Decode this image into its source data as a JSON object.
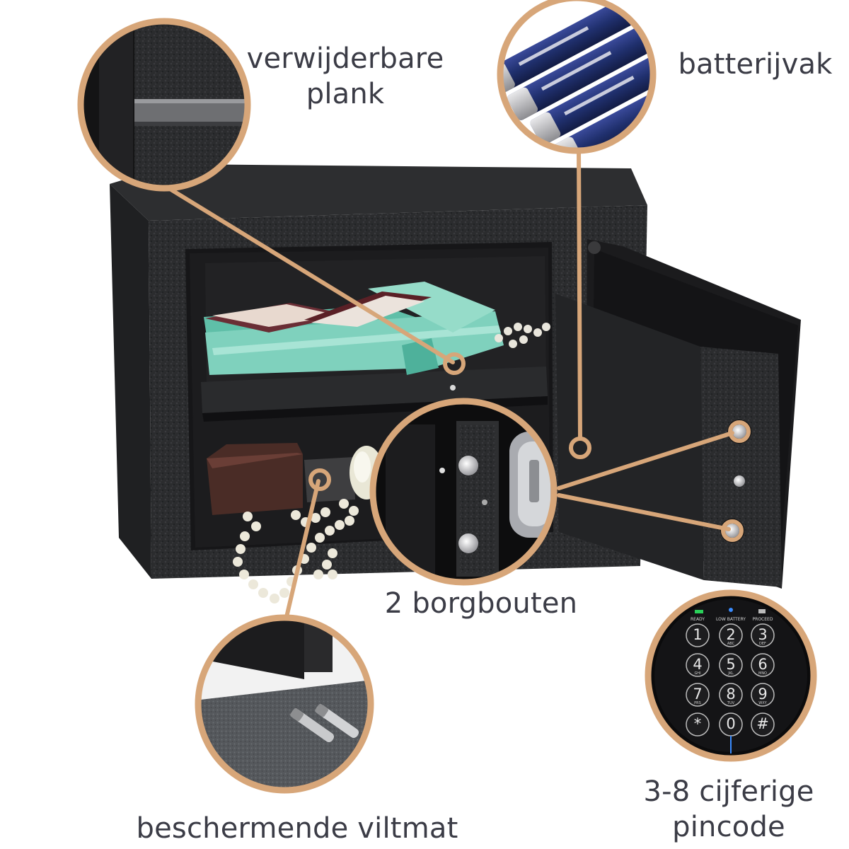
{
  "callouts": {
    "shelf": {
      "line1": "verwijderbare",
      "line2": "plank"
    },
    "battery": {
      "line1": "batterijvak"
    },
    "bolts": {
      "line1": "2 borgbouten"
    },
    "pin": {
      "line1": "3-8 cijferige",
      "line2": "pincode"
    },
    "mat": {
      "line1": "beschermende viltmat"
    }
  },
  "keypad": {
    "indicators": [
      "READY",
      "LOW BATTERY",
      "PROCEED"
    ],
    "keys": [
      {
        "digit": "1",
        "letters": ""
      },
      {
        "digit": "2",
        "letters": "ABC"
      },
      {
        "digit": "3",
        "letters": "DEF"
      },
      {
        "digit": "4",
        "letters": "GHI"
      },
      {
        "digit": "5",
        "letters": "JKL"
      },
      {
        "digit": "6",
        "letters": "MNO"
      },
      {
        "digit": "7",
        "letters": "PRS"
      },
      {
        "digit": "8",
        "letters": "TUV"
      },
      {
        "digit": "9",
        "letters": "WXY"
      },
      {
        "digit": "*",
        "letters": ""
      },
      {
        "digit": "0",
        "letters": ""
      },
      {
        "digit": "#",
        "letters": ""
      }
    ]
  },
  "colors": {
    "ring": "#d7a679",
    "text": "#3b3c46",
    "safe_body": "#2a2b2d",
    "folder": "#7fd1bd"
  }
}
